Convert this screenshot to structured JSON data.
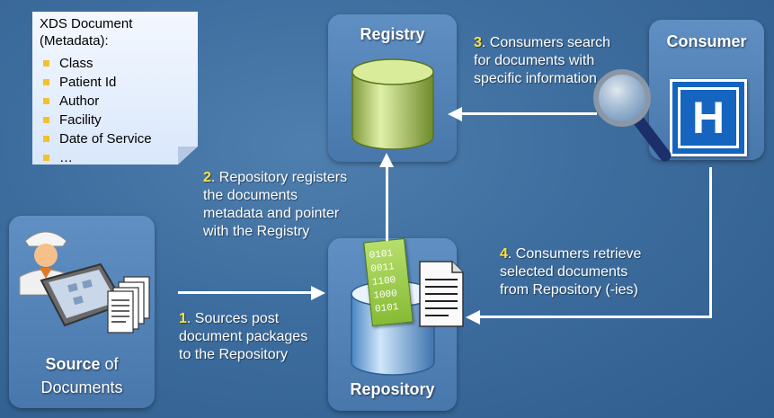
{
  "metadata_note": {
    "title": "XDS Document (Metadata):",
    "items": [
      "Class",
      "Patient Id",
      "Author",
      "Facility",
      "Date of Service",
      "…"
    ]
  },
  "registry": {
    "title": "Registry"
  },
  "consumer": {
    "title": "Consumer",
    "logo_letter": "H"
  },
  "repository": {
    "title": "Repository",
    "binary_lines": [
      "0101",
      "0011",
      "1100",
      "1000",
      "0101"
    ]
  },
  "source": {
    "title_bold": "Source",
    "title_rest": " of",
    "title_line2": "Documents"
  },
  "steps": {
    "s1": {
      "num": "1",
      "text1": ". Sources post",
      "text2": "document packages",
      "text3": "to the Repository"
    },
    "s2": {
      "num": "2",
      "text1": ". Repository registers",
      "text2": "the documents",
      "text3": "metadata and pointer",
      "text4": "with the Registry"
    },
    "s3": {
      "num": "3",
      "text1": ". Consumers search",
      "text2": "for documents with",
      "text3": "specific information"
    },
    "s4": {
      "num": "4",
      "text1": ". Consumers retrieve",
      "text2": "selected documents",
      "text3": "from Repository (-ies)"
    }
  },
  "colors": {
    "background": "#3d6d9e",
    "box": "#5585ba",
    "highlight_number": "#ffe33d",
    "bullet": "#f2c12e"
  }
}
